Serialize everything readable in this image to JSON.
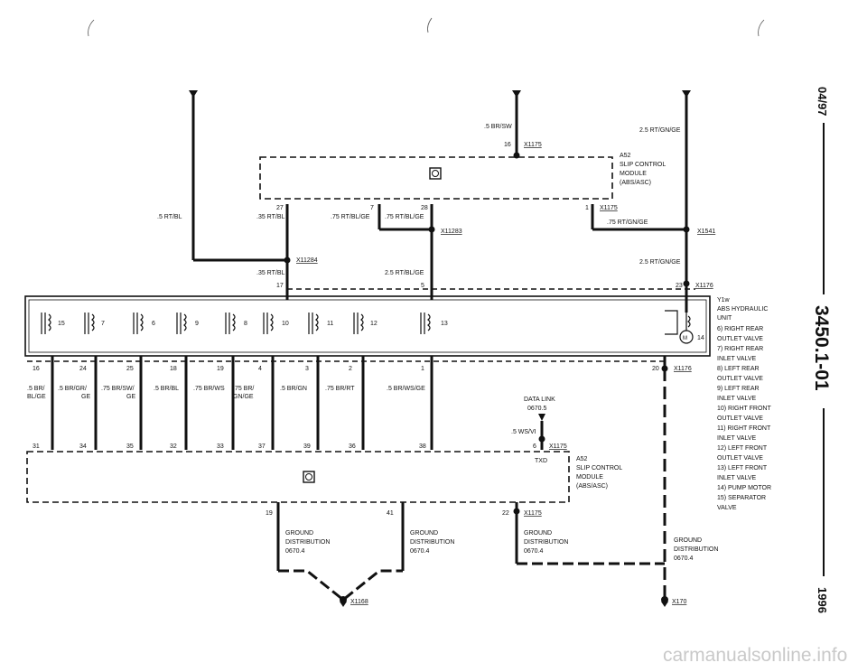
{
  "side": {
    "date": "04/97",
    "page": "3450.1-01",
    "year": "1996"
  },
  "modules": {
    "top": [
      "A52",
      "SLIP CONTROL",
      "MODULE",
      "(ABS/ASC)"
    ],
    "bottom": [
      "A52",
      "SLIP CONTROL",
      "MODULE",
      "(ABS/ASC)"
    ]
  },
  "hydraulic": [
    "Y1w",
    "ABS HYDRAULIC",
    "UNIT"
  ],
  "valves": [
    "6)  RIGHT REAR",
    "      OUTLET VALVE",
    "7)  RIGHT REAR",
    "      INLET VALVE",
    "8)  LEFT REAR",
    "      OUTLET VALVE",
    "9)  LEFT REAR",
    "      INLET VALVE",
    "10) RIGHT FRONT",
    "      OUTLET VALVE",
    "11) RIGHT FRONT",
    "      INLET VALVE",
    "12) LEFT FRONT",
    "      OUTLET VALVE",
    "13) LEFT FRONT",
    "      INLET VALVE",
    "14) PUMP MOTOR",
    "15) SEPARATOR",
    "      VALVE"
  ],
  "connectors": {
    "x1175": "X1175",
    "x1283": "X11283",
    "x1284": "X11284",
    "x1541": "X1541",
    "x1176": "X1176",
    "x1168": "X1168",
    "x170": "X170"
  },
  "wires": {
    "w5rtbl": ".5 RT/BL",
    "w5brsw": ".5 BR/SW",
    "w25rtgnge": "2.5 RT/GN/GE",
    "w35rtbl": ".35 RT/BL",
    "w75rtblge_a": ".75 RT/BL/GE",
    "w75rtblge_b": ".75 RT/BL/GE",
    "w75rtgnge": ".75 RT/GN/GE",
    "w25rtgnge2": "2.5 RT/GN/GE",
    "w35rtbl2": ".35 RT/BL",
    "w25rtblge": "2.5 RT/BL/GE",
    "wsbr": ".5 BR/",
    "wsblge": "BL/GE",
    "w5brgr": ".5 BR/GR/",
    "w5brgr2": "GE",
    "w75brsw": ".75 BR/SW/",
    "w75brsw2": "GE",
    "w5brbl": ".5 BR/BL",
    "w75brws": ".75 BR/WS",
    "w75brgnge": ".75 BR/",
    "w75brgnge2": "GN/GE",
    "w5brgn": ".5 BR/GN",
    "w75brrt": ".75 BR/RT",
    "w5brwsge": ".5 BR/WS/GE",
    "w5wsvi": ".5 WS/VI",
    "txd": "TXD"
  },
  "datalink": [
    "DATA LINK",
    "0670.5"
  ],
  "ground": {
    "g1": [
      "GROUND",
      "DISTRIBUTION",
      "0670.4"
    ],
    "g2": [
      "GROUND",
      "DISTRIBUTION",
      "0670.4"
    ],
    "g3": [
      "GROUND",
      "DISTRIBUTION",
      "0670.4"
    ],
    "g4": [
      "GROUND",
      "DISTRIBUTION",
      "0670.4"
    ]
  },
  "pins_top": {
    "p16": "16",
    "p27": "27",
    "p7": "7",
    "p28": "28",
    "p1": "1",
    "p17": "17",
    "p5": "5",
    "p23": "23"
  },
  "valve_nums": [
    "15",
    "7",
    "6",
    "9",
    "8",
    "10",
    "11",
    "12",
    "13",
    "14"
  ],
  "pins_mid": [
    "16",
    "24",
    "25",
    "18",
    "19",
    "4",
    "3",
    "2",
    "1",
    "20"
  ],
  "pins_low": [
    "31",
    "34",
    "35",
    "32",
    "33",
    "37",
    "39",
    "36",
    "38",
    "6"
  ],
  "pins_bot": [
    "19",
    "41",
    "22"
  ],
  "watermark": "carmanualsonline.info"
}
